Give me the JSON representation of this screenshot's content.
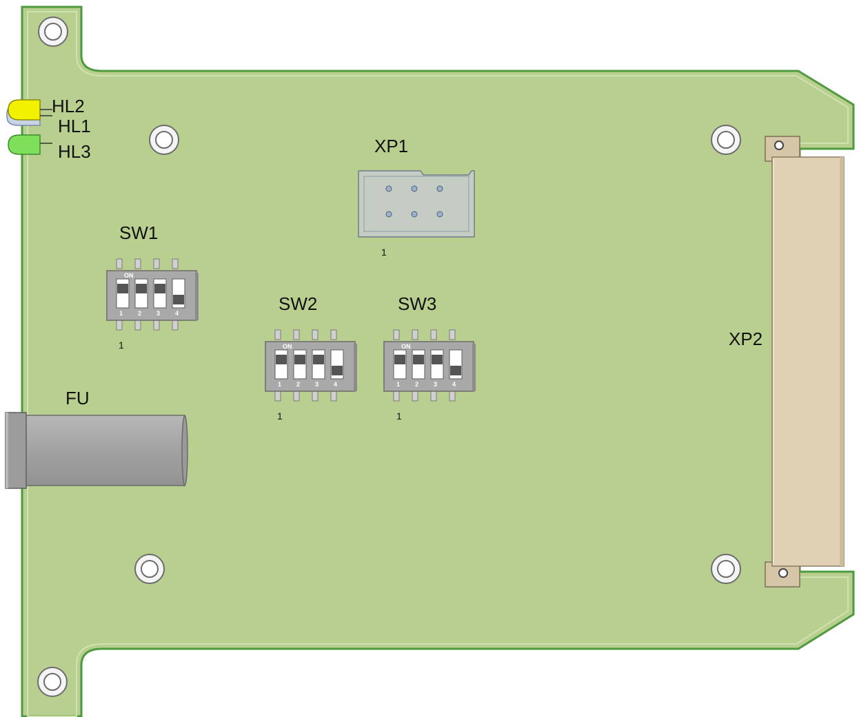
{
  "colors": {
    "pcb_fill": "#b9cf8f",
    "pcb_outline": "#4e9a3e",
    "pcb_inner_line": "#cfe3b0",
    "led_yellow": "#f2f200",
    "led_green": "#7ee05a",
    "led_blue_body": "#c8d4e6",
    "switch_body": "#a9a9a9",
    "switch_dark": "#555555",
    "connector_xp2": "#e0d0b4",
    "fuse_body": "#a4a4a4",
    "header_body": "#c4ccc4"
  },
  "labels": {
    "hl2": "HL2",
    "hl1": "HL1",
    "hl3": "HL3",
    "xp1": "XP1",
    "xp1_pin": "1",
    "sw1": "SW1",
    "sw1_pin": "1",
    "sw2": "SW2",
    "sw2_pin": "1",
    "sw3": "SW3",
    "sw3_pin": "1",
    "fu": "FU",
    "xp2": "XP2"
  },
  "dip_switch": {
    "on_label": "ON",
    "positions": [
      "1",
      "2",
      "3",
      "4"
    ],
    "states": [
      "on",
      "on",
      "on",
      "off"
    ]
  },
  "icons": {
    "mounting_hole": "mounting-hole-icon",
    "led": "led-icon",
    "dip_switch": "dip-switch-icon",
    "fuse_holder": "fuse-holder-icon",
    "pin_header": "pin-header-icon",
    "edge_connector": "edge-connector-icon"
  }
}
